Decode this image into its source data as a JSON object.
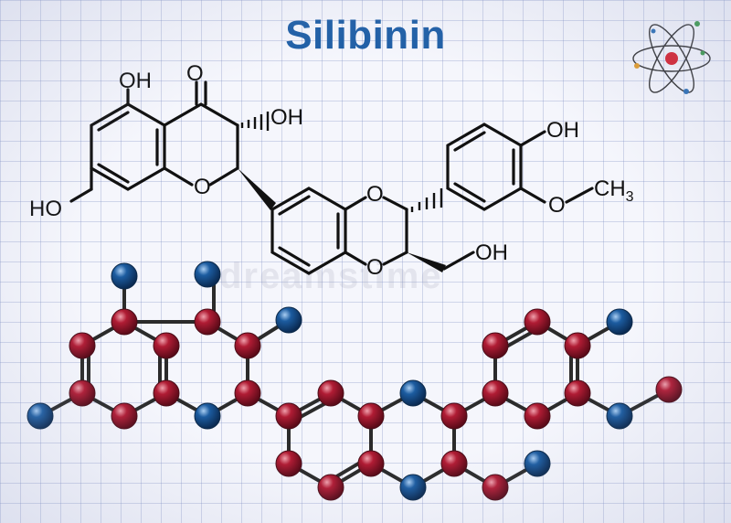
{
  "title": "Silibinin",
  "labels": {
    "oh": "OH",
    "ho": "HO",
    "o": "O",
    "ch3_c": "CH",
    "ch3_sub": "3",
    "methoxy_o": "O"
  },
  "icons": {
    "logo": "atom-icon"
  },
  "colors": {
    "title": "#1f5fa6",
    "carbon_atom": "#b01c34",
    "oxygen_atom": "#1c5ca0",
    "bond": "#111111"
  }
}
